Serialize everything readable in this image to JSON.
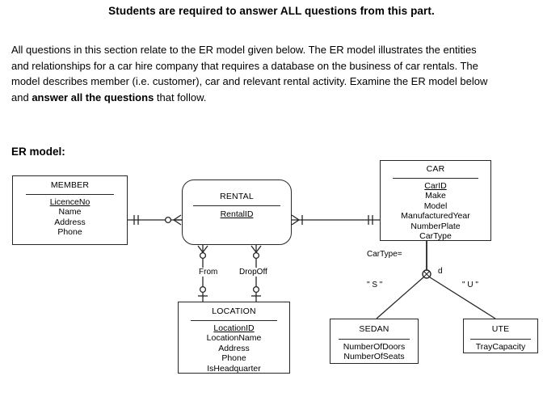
{
  "document": {
    "title": "Students are required to answer ALL questions from this part.",
    "intro_part1": "All questions in this section relate to the ER model given below. The ER model illustrates the entities and relationships for a car hire company that requires a database on the business of car rentals. The model describes member (i.e. customer), car and relevant rental activity. Examine the ER model below and ",
    "intro_bold": "answer all the questions",
    "intro_part2": " that follow.",
    "section_label": "ER model:"
  },
  "diagram": {
    "entities": {
      "member": {
        "name": "MEMBER",
        "attributes": [
          "LicenceNo",
          "Name",
          "Address",
          "Phone"
        ],
        "primary_key": "LicenceNo",
        "shape": "rectangle"
      },
      "rental": {
        "name": "RENTAL",
        "attributes": [
          "RentalID"
        ],
        "primary_key": "RentalID",
        "shape": "rounded-rectangle"
      },
      "car": {
        "name": "CAR",
        "attributes": [
          "CarID",
          "Make",
          "Model",
          "ManufacturedYear",
          "NumberPlate",
          "CarType"
        ],
        "primary_key": "CarID",
        "shape": "rectangle"
      },
      "location": {
        "name": "LOCATION",
        "attributes": [
          "LocationID",
          "LocationName",
          "Address",
          "Phone",
          "IsHeadquarter"
        ],
        "primary_key": "LocationID",
        "shape": "rectangle"
      },
      "sedan": {
        "name": "SEDAN",
        "attributes": [
          "NumberOfDoors",
          "NumberOfSeats"
        ],
        "primary_key": "",
        "shape": "rectangle"
      },
      "ute": {
        "name": "UTE",
        "attributes": [
          "TrayCapacity"
        ],
        "primary_key": "",
        "shape": "rectangle"
      }
    },
    "relationship_labels": {
      "from": "From",
      "dropoff": "DropOff",
      "cartype_discriminator": "CarType=",
      "disjoint_marker": "d",
      "sedan_value": "\" S \"",
      "ute_value": "\" U \""
    },
    "relationships": [
      {
        "name": "member-rental",
        "from": "MEMBER",
        "to": "RENTAL",
        "from_cardinality": "one-and-only-one",
        "to_cardinality": "zero-or-many"
      },
      {
        "name": "rental-car",
        "from": "RENTAL",
        "to": "CAR",
        "from_cardinality": "one-or-many",
        "to_cardinality": "one-and-only-one"
      },
      {
        "name": "rental-location-from",
        "from": "RENTAL",
        "to": "LOCATION",
        "from_cardinality": "zero-or-many",
        "to_cardinality": "one-and-only-one"
      },
      {
        "name": "rental-location-dropoff",
        "from": "RENTAL",
        "to": "LOCATION",
        "from_cardinality": "zero-or-many",
        "to_cardinality": "one-and-only-one"
      },
      {
        "name": "car-specialization",
        "from": "CAR",
        "to": "SEDAN/UTE",
        "type": "disjoint-specialization"
      }
    ],
    "colors": {
      "line": "#262626",
      "background": "#ffffff",
      "text": "#000000"
    }
  }
}
